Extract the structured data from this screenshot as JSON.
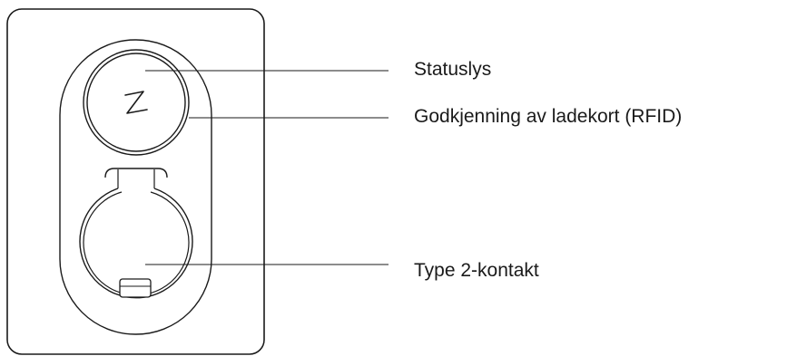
{
  "labels": {
    "status_light": "Statuslys",
    "rfid": "Godkjenning av ladekort (RFID)",
    "type2": "Type 2-kontakt"
  },
  "logo_glyph": "Z",
  "colors": {
    "stroke": "#1a1a1a",
    "background": "#ffffff"
  },
  "icons": [
    "zaptec-logo-icon",
    "charger-socket-icon",
    "socket-latch-icon"
  ]
}
